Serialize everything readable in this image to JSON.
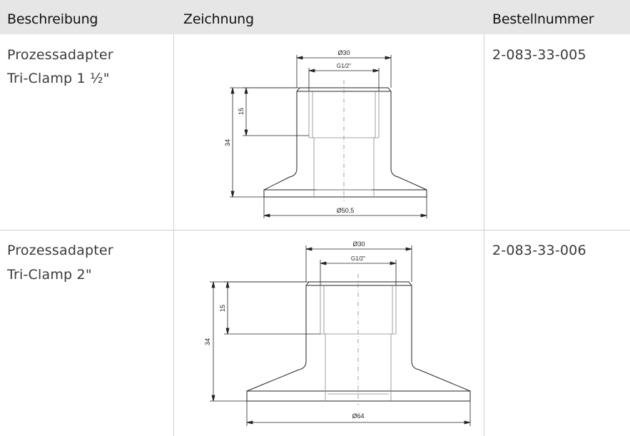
{
  "headers": {
    "description": "Beschreibung",
    "drawing": "Zeichnung",
    "order_number": "Bestellnummer"
  },
  "rows": [
    {
      "description_line1": "Prozessadapter",
      "description_line2": "Tri-Clamp 1 ½\"",
      "order_number": "2-083-33-005",
      "drawing": {
        "dim_top": "Ø30",
        "dim_thread": "G1/2\"",
        "dim_bottom": "Ø50,5",
        "dim_thread_depth": "15",
        "dim_height": "34"
      }
    },
    {
      "description_line1": "Prozessadapter",
      "description_line2": "Tri-Clamp 2\"",
      "order_number": "2-083-33-006",
      "drawing": {
        "dim_top": "Ø30",
        "dim_thread": "G1/2\"",
        "dim_bottom": "Ø64",
        "dim_thread_depth": "15",
        "dim_height": "34"
      }
    }
  ]
}
